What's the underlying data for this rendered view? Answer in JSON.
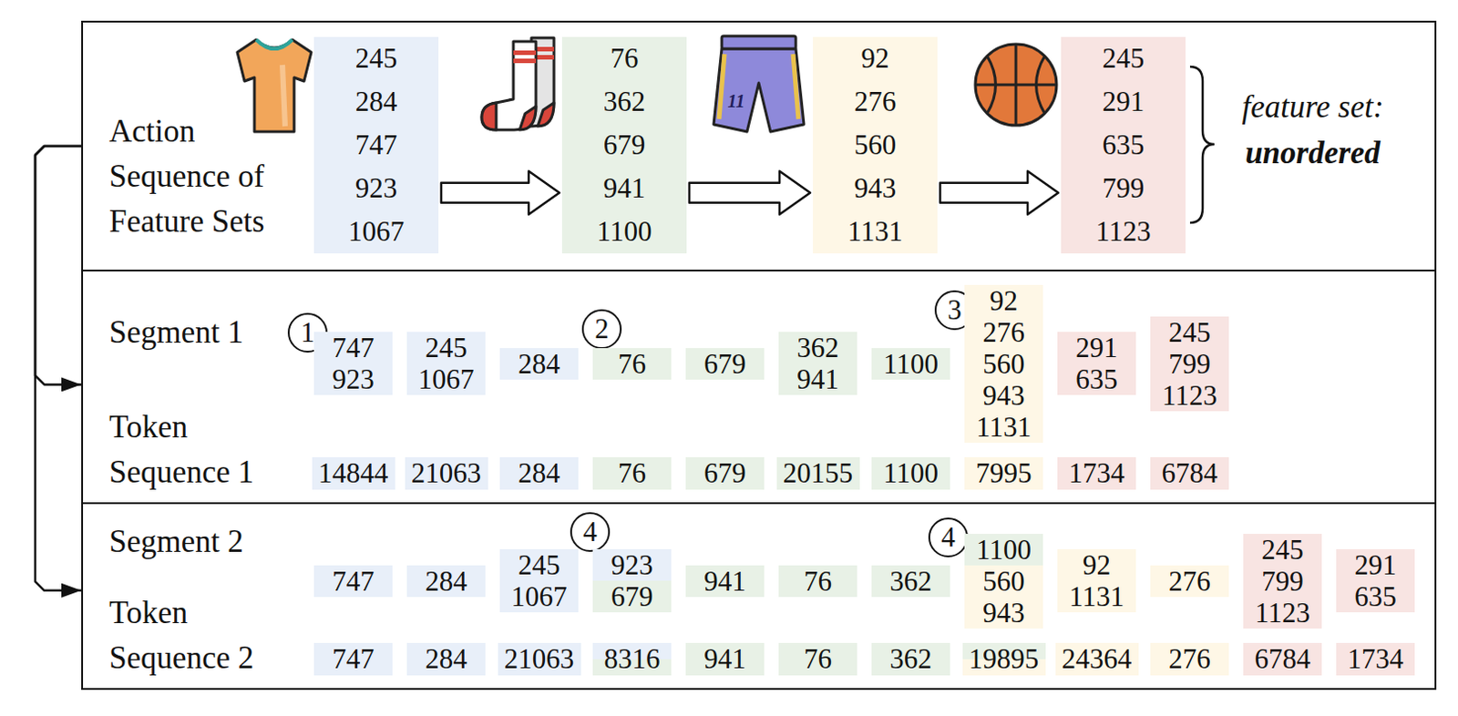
{
  "diagram": {
    "nodes": [
      {
        "text": [
          "Action Sequence of Feature Sets"
        ]
      },
      {
        "text": [
          "245",
          "284",
          "747",
          "923",
          "1067"
        ],
        "in": 0
      },
      {
        "text": [
          "76",
          "362",
          "679",
          "941",
          "1100"
        ],
        "in": 0
      },
      {
        "text": [
          "92",
          "276",
          "560",
          "943",
          "1131"
        ],
        "in": 0
      },
      {
        "text": [
          "245",
          "291",
          "635",
          "799",
          "1123"
        ],
        "in": 0
      },
      {
        "text": [
          "Segment 1",
          "Token Sequence 1"
        ]
      },
      {
        "text": [
          "747",
          "923"
        ],
        "in": 5
      },
      {
        "text": [
          "245",
          "1067"
        ],
        "in": 5
      },
      {
        "text": [
          "284"
        ],
        "in": 5
      },
      {
        "text": [
          "76"
        ],
        "in": 5
      },
      {
        "text": [
          "679"
        ],
        "in": 5
      },
      {
        "text": [
          "362",
          "941"
        ],
        "in": 5
      },
      {
        "text": [
          "1100"
        ],
        "in": 5
      },
      {
        "text": [
          "92",
          "276",
          "560",
          "943",
          "1131"
        ],
        "in": 5
      },
      {
        "text": [
          "291",
          "635"
        ],
        "in": 5
      },
      {
        "text": [
          "245",
          "799",
          "1123"
        ],
        "in": 5
      },
      {
        "text": [
          "14844"
        ],
        "in": 5
      },
      {
        "text": [
          "21063"
        ],
        "in": 5
      },
      {
        "text": [
          "284"
        ],
        "in": 5
      },
      {
        "text": [
          "76"
        ],
        "in": 5
      },
      {
        "text": [
          "679"
        ],
        "in": 5
      },
      {
        "text": [
          "20155"
        ],
        "in": 5
      },
      {
        "text": [
          "1100"
        ],
        "in": 5
      },
      {
        "text": [
          "7995"
        ],
        "in": 5
      },
      {
        "text": [
          "1734"
        ],
        "in": 5
      },
      {
        "text": [
          "6784"
        ],
        "in": 5
      },
      {
        "text": [
          "Segment 2",
          "Token Sequence 2"
        ]
      },
      {
        "text": [
          "747"
        ],
        "in": 26
      },
      {
        "text": [
          "284"
        ],
        "in": 26
      },
      {
        "text": [
          "245",
          "1067"
        ],
        "in": 26
      },
      {
        "text": [
          "923",
          "679"
        ],
        "in": 26
      },
      {
        "text": [
          "941"
        ],
        "in": 26
      },
      {
        "text": [
          "76"
        ],
        "in": 26
      },
      {
        "text": [
          "362"
        ],
        "in": 26
      },
      {
        "text": [
          "1100",
          "560",
          "943"
        ],
        "in": 26
      },
      {
        "text": [
          "92",
          "1131"
        ],
        "in": 26
      },
      {
        "text": [
          "276"
        ],
        "in": 26
      },
      {
        "text": [
          "245",
          "799",
          "1123"
        ],
        "in": 26
      },
      {
        "text": [
          "291",
          "635"
        ],
        "in": 26
      },
      {
        "text": [
          "747"
        ],
        "in": 26
      },
      {
        "text": [
          "284"
        ],
        "in": 26
      },
      {
        "text": [
          "21063"
        ],
        "in": 26
      },
      {
        "text": [
          "8316"
        ],
        "in": 26
      },
      {
        "text": [
          "941"
        ],
        "in": 26
      },
      {
        "text": [
          "76"
        ],
        "in": 26
      },
      {
        "text": [
          "362"
        ],
        "in": 26
      },
      {
        "text": [
          "19895"
        ],
        "in": 26
      },
      {
        "text": [
          "24364"
        ],
        "in": 26
      },
      {
        "text": [
          "276"
        ],
        "in": 26
      },
      {
        "text": [
          "6784"
        ],
        "in": 26
      },
      {
        "text": [
          "1734"
        ],
        "in": 26
      }
    ],
    "edges": [
      {
        "from": 1,
        "to": 2,
        "arrow": "to"
      },
      {
        "from": 2,
        "to": 3,
        "arrow": "to"
      },
      {
        "from": 3,
        "to": 4,
        "arrow": "to"
      },
      {
        "from": 0,
        "to": 5,
        "arrow": "to"
      },
      {
        "from": 0,
        "to": 26,
        "arrow": "to"
      }
    ],
    "labels": [
      "11",
      "feature set:",
      "unordered",
      "1",
      "2",
      "3",
      "4",
      "4"
    ]
  }
}
